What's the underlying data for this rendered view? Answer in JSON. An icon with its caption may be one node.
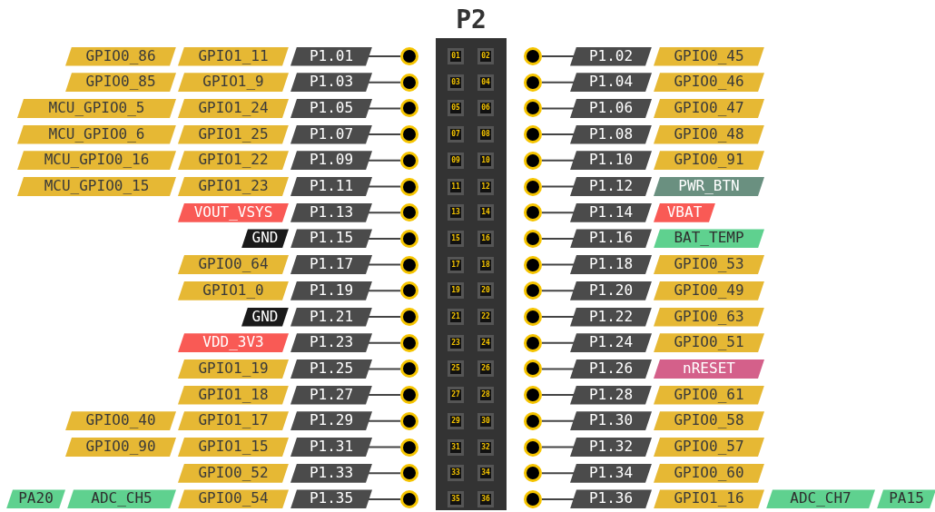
{
  "diagram": {
    "nodes": [
      {
        "text": [
          "P2"
        ]
      },
      {
        "text": [
          "01"
        ],
        "in": 0
      },
      {
        "text": [
          "02"
        ],
        "in": 0
      },
      {
        "text": [
          "03"
        ],
        "in": 0
      },
      {
        "text": [
          "04"
        ],
        "in": 0
      },
      {
        "text": [
          "05"
        ],
        "in": 0
      },
      {
        "text": [
          "06"
        ],
        "in": 0
      },
      {
        "text": [
          "07"
        ],
        "in": 0
      },
      {
        "text": [
          "08"
        ],
        "in": 0
      },
      {
        "text": [
          "09"
        ],
        "in": 0
      },
      {
        "text": [
          "10"
        ],
        "in": 0
      },
      {
        "text": [
          "11"
        ],
        "in": 0
      },
      {
        "text": [
          "12"
        ],
        "in": 0
      },
      {
        "text": [
          "13"
        ],
        "in": 0
      },
      {
        "text": [
          "14"
        ],
        "in": 0
      },
      {
        "text": [
          "15"
        ],
        "in": 0
      },
      {
        "text": [
          "16"
        ],
        "in": 0
      },
      {
        "text": [
          "17"
        ],
        "in": 0
      },
      {
        "text": [
          "18"
        ],
        "in": 0
      },
      {
        "text": [
          "19"
        ],
        "in": 0
      },
      {
        "text": [
          "20"
        ],
        "in": 0
      },
      {
        "text": [
          "21"
        ],
        "in": 0
      },
      {
        "text": [
          "22"
        ],
        "in": 0
      },
      {
        "text": [
          "23"
        ],
        "in": 0
      },
      {
        "text": [
          "24"
        ],
        "in": 0
      },
      {
        "text": [
          "25"
        ],
        "in": 0
      },
      {
        "text": [
          "26"
        ],
        "in": 0
      },
      {
        "text": [
          "27"
        ],
        "in": 0
      },
      {
        "text": [
          "28"
        ],
        "in": 0
      },
      {
        "text": [
          "29"
        ],
        "in": 0
      },
      {
        "text": [
          "30"
        ],
        "in": 0
      },
      {
        "text": [
          "31"
        ],
        "in": 0
      },
      {
        "text": [
          "32"
        ],
        "in": 0
      },
      {
        "text": [
          "33"
        ],
        "in": 0
      },
      {
        "text": [
          "34"
        ],
        "in": 0
      },
      {
        "text": [
          "35"
        ],
        "in": 0
      },
      {
        "text": [
          "36"
        ],
        "in": 0
      },
      {
        "text": [
          "GPIO0_86"
        ]
      },
      {
        "text": [
          "GPIO1_11"
        ]
      },
      {
        "text": [
          "P1.01"
        ]
      },
      {
        "text": [],
        "shape": "circle"
      },
      {
        "text": [],
        "shape": "circle"
      },
      {
        "text": [
          "P1.02"
        ]
      },
      {
        "text": [
          "GPIO0_45"
        ]
      },
      {
        "text": [
          "GPIO0_85"
        ]
      },
      {
        "text": [
          "GPIO1_9"
        ]
      },
      {
        "text": [
          "P1.03"
        ]
      },
      {
        "text": [],
        "shape": "circle"
      },
      {
        "text": [],
        "shape": "circle"
      },
      {
        "text": [
          "P1.04"
        ]
      },
      {
        "text": [
          "GPIO0_46"
        ]
      },
      {
        "text": [
          "MCU_GPIO0_5"
        ]
      },
      {
        "text": [
          "GPIO1_24"
        ]
      },
      {
        "text": [
          "P1.05"
        ]
      },
      {
        "text": [],
        "shape": "circle"
      },
      {
        "text": [],
        "shape": "circle"
      },
      {
        "text": [
          "P1.06"
        ]
      },
      {
        "text": [
          "GPIO0_47"
        ]
      },
      {
        "text": [
          "MCU_GPIO0_6"
        ]
      },
      {
        "text": [
          "GPIO1_25"
        ]
      },
      {
        "text": [
          "P1.07"
        ]
      },
      {
        "text": [],
        "shape": "circle"
      },
      {
        "text": [],
        "shape": "circle"
      },
      {
        "text": [
          "P1.08"
        ]
      },
      {
        "text": [
          "GPIO0_48"
        ]
      },
      {
        "text": [
          "MCU_GPIO0_16"
        ]
      },
      {
        "text": [
          "GPIO1_22"
        ]
      },
      {
        "text": [
          "P1.09"
        ]
      },
      {
        "text": [],
        "shape": "circle"
      },
      {
        "text": [],
        "shape": "circle"
      },
      {
        "text": [
          "P1.10"
        ]
      },
      {
        "text": [
          "GPIO0_91"
        ]
      },
      {
        "text": [
          "MCU_GPIO0_15"
        ]
      },
      {
        "text": [
          "GPIO1_23"
        ]
      },
      {
        "text": [
          "P1.11"
        ]
      },
      {
        "text": [],
        "shape": "circle"
      },
      {
        "text": [],
        "shape": "circle"
      },
      {
        "text": [
          "P1.12"
        ]
      },
      {
        "text": [
          "PWR_BTN"
        ]
      },
      {
        "text": [
          "VOUT_VSYS"
        ]
      },
      {
        "text": [
          "P1.13"
        ]
      },
      {
        "text": [],
        "shape": "circle"
      },
      {
        "text": [],
        "shape": "circle"
      },
      {
        "text": [
          "P1.14"
        ]
      },
      {
        "text": [
          "VBAT"
        ]
      },
      {
        "text": [
          "GND"
        ]
      },
      {
        "text": [
          "P1.15"
        ]
      },
      {
        "text": [],
        "shape": "circle"
      },
      {
        "text": [],
        "shape": "circle"
      },
      {
        "text": [
          "P1.16"
        ]
      },
      {
        "text": [
          "BAT_TEMP"
        ]
      },
      {
        "text": [
          "GPIO0_64"
        ]
      },
      {
        "text": [
          "P1.17"
        ]
      },
      {
        "text": [],
        "shape": "circle"
      },
      {
        "text": [],
        "shape": "circle"
      },
      {
        "text": [
          "P1.18"
        ]
      },
      {
        "text": [
          "GPIO0_53"
        ]
      },
      {
        "text": [
          "GPIO1_0"
        ]
      },
      {
        "text": [
          "P1.19"
        ]
      },
      {
        "text": [],
        "shape": "circle"
      },
      {
        "text": [],
        "shape": "circle"
      },
      {
        "text": [
          "P1.20"
        ]
      },
      {
        "text": [
          "GPIO0_49"
        ]
      },
      {
        "text": [
          "GND"
        ]
      },
      {
        "text": [
          "P1.21"
        ]
      },
      {
        "text": [],
        "shape": "circle"
      },
      {
        "text": [],
        "shape": "circle"
      },
      {
        "text": [
          "P1.22"
        ]
      },
      {
        "text": [
          "GPIO0_63"
        ]
      },
      {
        "text": [
          "VDD_3V3"
        ]
      },
      {
        "text": [
          "P1.23"
        ]
      },
      {
        "text": [],
        "shape": "circle"
      },
      {
        "text": [],
        "shape": "circle"
      },
      {
        "text": [
          "P1.24"
        ]
      },
      {
        "text": [
          "GPIO0_51"
        ]
      },
      {
        "text": [
          "GPIO1_19"
        ]
      },
      {
        "text": [
          "P1.25"
        ]
      },
      {
        "text": [],
        "shape": "circle"
      },
      {
        "text": [],
        "shape": "circle"
      },
      {
        "text": [
          "P1.26"
        ]
      },
      {
        "text": [
          "nRESET"
        ]
      },
      {
        "text": [
          "GPIO1_18"
        ]
      },
      {
        "text": [
          "P1.27"
        ]
      },
      {
        "text": [],
        "shape": "circle"
      },
      {
        "text": [],
        "shape": "circle"
      },
      {
        "text": [
          "P1.28"
        ]
      },
      {
        "text": [
          "GPIO0_61"
        ]
      },
      {
        "text": [
          "GPIO0_40"
        ]
      },
      {
        "text": [
          "GPIO1_17"
        ]
      },
      {
        "text": [
          "P1.29"
        ]
      },
      {
        "text": [],
        "shape": "circle"
      },
      {
        "text": [],
        "shape": "circle"
      },
      {
        "text": [
          "P1.30"
        ]
      },
      {
        "text": [
          "GPIO0_58"
        ]
      },
      {
        "text": [
          "GPIO0_90"
        ]
      },
      {
        "text": [
          "GPIO1_15"
        ]
      },
      {
        "text": [
          "P1.31"
        ]
      },
      {
        "text": [],
        "shape": "circle"
      },
      {
        "text": [],
        "shape": "circle"
      },
      {
        "text": [
          "P1.32"
        ]
      },
      {
        "text": [
          "GPIO0_57"
        ]
      },
      {
        "text": [
          "GPIO0_52"
        ]
      },
      {
        "text": [
          "P1.33"
        ]
      },
      {
        "text": [],
        "shape": "circle"
      },
      {
        "text": [],
        "shape": "circle"
      },
      {
        "text": [
          "P1.34"
        ]
      },
      {
        "text": [
          "GPIO0_60"
        ]
      },
      {
        "text": [
          "PA20"
        ]
      },
      {
        "text": [
          "ADC_CH5"
        ]
      },
      {
        "text": [
          "GPIO0_54"
        ]
      },
      {
        "text": [
          "P1.35"
        ]
      },
      {
        "text": [],
        "shape": "circle"
      },
      {
        "text": [],
        "shape": "circle"
      },
      {
        "text": [
          "P1.36"
        ]
      },
      {
        "text": [
          "GPIO1_16"
        ]
      },
      {
        "text": [
          "ADC_CH7"
        ]
      },
      {
        "text": [
          "PA15"
        ]
      }
    ],
    "edges": [
      {
        "from": 39,
        "to": 40,
        "arrow": "none"
      },
      {
        "from": 42,
        "to": 41,
        "arrow": "none"
      },
      {
        "from": 46,
        "to": 47,
        "arrow": "none"
      },
      {
        "from": 49,
        "to": 48,
        "arrow": "none"
      },
      {
        "from": 53,
        "to": 54,
        "arrow": "none"
      },
      {
        "from": 56,
        "to": 55,
        "arrow": "none"
      },
      {
        "from": 60,
        "to": 61,
        "arrow": "none"
      },
      {
        "from": 63,
        "to": 62,
        "arrow": "none"
      },
      {
        "from": 67,
        "to": 68,
        "arrow": "none"
      },
      {
        "from": 70,
        "to": 69,
        "arrow": "none"
      },
      {
        "from": 74,
        "to": 75,
        "arrow": "none"
      },
      {
        "from": 77,
        "to": 76,
        "arrow": "none"
      },
      {
        "from": 80,
        "to": 81,
        "arrow": "none"
      },
      {
        "from": 83,
        "to": 82,
        "arrow": "none"
      },
      {
        "from": 86,
        "to": 87,
        "arrow": "none"
      },
      {
        "from": 89,
        "to": 88,
        "arrow": "none"
      },
      {
        "from": 92,
        "to": 93,
        "arrow": "none"
      },
      {
        "from": 95,
        "to": 94,
        "arrow": "none"
      },
      {
        "from": 98,
        "to": 99,
        "arrow": "none"
      },
      {
        "from": 101,
        "to": 100,
        "arrow": "none"
      },
      {
        "from": 104,
        "to": 105,
        "arrow": "none"
      },
      {
        "from": 107,
        "to": 106,
        "arrow": "none"
      },
      {
        "from": 110,
        "to": 111,
        "arrow": "none"
      },
      {
        "from": 113,
        "to": 112,
        "arrow": "none"
      },
      {
        "from": 116,
        "to": 117,
        "arrow": "none"
      },
      {
        "from": 119,
        "to": 118,
        "arrow": "none"
      },
      {
        "from": 122,
        "to": 123,
        "arrow": "none"
      },
      {
        "from": 125,
        "to": 124,
        "arrow": "none"
      },
      {
        "from": 129,
        "to": 130,
        "arrow": "none"
      },
      {
        "from": 132,
        "to": 131,
        "arrow": "none"
      },
      {
        "from": 136,
        "to": 137,
        "arrow": "none"
      },
      {
        "from": 139,
        "to": 138,
        "arrow": "none"
      },
      {
        "from": 142,
        "to": 143,
        "arrow": "none"
      },
      {
        "from": 145,
        "to": 144,
        "arrow": "none"
      },
      {
        "from": 150,
        "to": 151,
        "arrow": "none"
      },
      {
        "from": 153,
        "to": 152,
        "arrow": "none"
      }
    ]
  }
}
